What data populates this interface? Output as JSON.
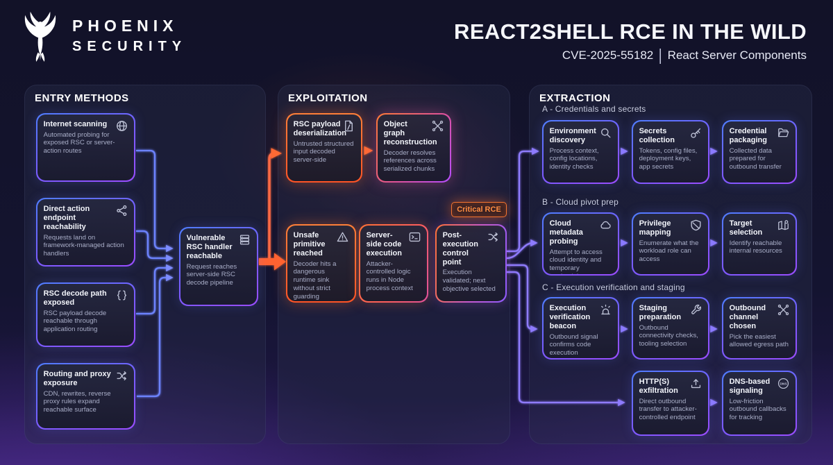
{
  "header": {
    "brand_line1": "PHOENIX",
    "brand_line2": "SECURITY",
    "brand_logo_icon": "phoenix-icon",
    "title": "REACT2SHELL RCE IN THE WILD",
    "subtitle": {
      "cve": "CVE-2025-55182",
      "divider": "|",
      "product": "React Server Components"
    }
  },
  "entry": {
    "panel_title": "ENTRY METHODS",
    "cards": [
      {
        "title": "Internet scanning",
        "body": "Automated probing for exposed RSC or server-action routes",
        "icon": "globe-icon"
      },
      {
        "title": "Direct action endpoint reachability",
        "body": "Requests land on framework-managed action handlers",
        "icon": "share-nodes-icon"
      },
      {
        "title": "RSC decode path exposed",
        "body": "RSC payload decode reachable through application routing",
        "icon": "braces-icon"
      },
      {
        "title": "Routing and proxy exposure",
        "body": "CDN, rewrites, reverse proxy rules expand reachable surface",
        "icon": "route-split-icon"
      }
    ],
    "hub": {
      "title": "Vulnerable RSC handler reachable",
      "body": "Request reaches server-side RSC decode pipeline",
      "icon": "server-stack-icon"
    }
  },
  "exploitation": {
    "panel_title": "EXPLOITATION",
    "badge": "Critical RCE",
    "cards": [
      {
        "title": "RSC payload deserialization",
        "body": "Untrusted structured input decoded server-side",
        "icon": "file-code-icon"
      },
      {
        "title": "Object graph reconstruction",
        "body": "Decoder resolves references across serialized chunks",
        "icon": "node-graph-icon"
      },
      {
        "title": "Unsafe primitive reached",
        "body": "Decoder hits a dangerous runtime sink without strict guarding",
        "icon": "warning-triangle-icon"
      },
      {
        "title": "Server-side code execution",
        "body": "Attacker-controlled logic runs in Node process context",
        "icon": "terminal-icon"
      },
      {
        "title": "Post-execution control point",
        "body": "Execution validated; next objective selected",
        "icon": "shuffle-icon"
      }
    ]
  },
  "extraction": {
    "panel_title": "EXTRACTION",
    "section_a_label": "A - Credentials and secrets",
    "section_b_label": "B - Cloud pivot prep",
    "section_c_label": "C - Execution verification and staging",
    "cards_a": [
      {
        "title": "Environment discovery",
        "body": "Process context, config locations, identity checks",
        "icon": "search-icon"
      },
      {
        "title": "Secrets collection",
        "body": "Tokens, config files, deployment keys, app secrets",
        "icon": "key-icon"
      },
      {
        "title": "Credential packaging",
        "body": "Collected data prepared for outbound transfer",
        "icon": "folder-open-icon"
      }
    ],
    "cards_b": [
      {
        "title": "Cloud metadata probing",
        "body": "Attempt to access cloud identity and temporary credentials",
        "icon": "cloud-icon"
      },
      {
        "title": "Privilege mapping",
        "body": "Enumerate what the workload role can access",
        "icon": "shield-icon"
      },
      {
        "title": "Target selection",
        "body": "Identify reachable internal resources",
        "icon": "map-pin-icon"
      }
    ],
    "cards_c": [
      {
        "title": "Execution verification beacon",
        "body": "Outbound signal confirms code execution",
        "icon": "siren-icon"
      },
      {
        "title": "Staging preparation",
        "body": "Outbound connectivity checks, tooling selection",
        "icon": "wrench-icon"
      },
      {
        "title": "Outbound channel chosen",
        "body": "Pick the easiest allowed egress path",
        "icon": "node-graph-icon"
      }
    ],
    "cards_d": [
      {
        "title": "HTTP(S) exfiltration",
        "body": "Direct outbound transfer to attacker-controlled endpoint",
        "icon": "upload-icon"
      },
      {
        "title": "DNS-based signaling",
        "body": "Low-friction outbound callbacks for tracking",
        "icon": "dns-icon"
      }
    ]
  },
  "colors": {
    "accent_orange": "#ff7135",
    "accent_blue": "#6d83ff",
    "accent_purple": "#8f7bff",
    "badge_text": "#ff8d42",
    "background_navy": "#141430",
    "background_purple": "#2c1d58"
  }
}
